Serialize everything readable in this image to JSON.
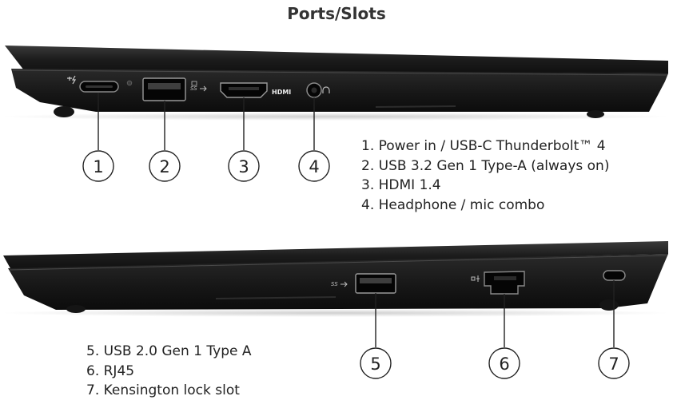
{
  "title": "Ports/Slots",
  "hdmi_logo": "HDMI",
  "callouts": [
    "1",
    "2",
    "3",
    "4",
    "5",
    "6",
    "7"
  ],
  "legend_top": [
    "1. Power in / USB-C Thunderbolt™ 4",
    "2. USB 3.2 Gen 1 Type-A (always on)",
    "3. HDMI 1.4",
    "4. Headphone / mic combo"
  ],
  "legend_bottom": [
    "5. USB 2.0 Gen 1 Type A",
    "6. RJ45",
    "7. Kensington lock slot"
  ],
  "colors": {
    "chassis": "#1a1a1a",
    "chassis_highlight": "#3a3a3a",
    "port_interior": "#0a0a0a",
    "line": "#222222"
  }
}
